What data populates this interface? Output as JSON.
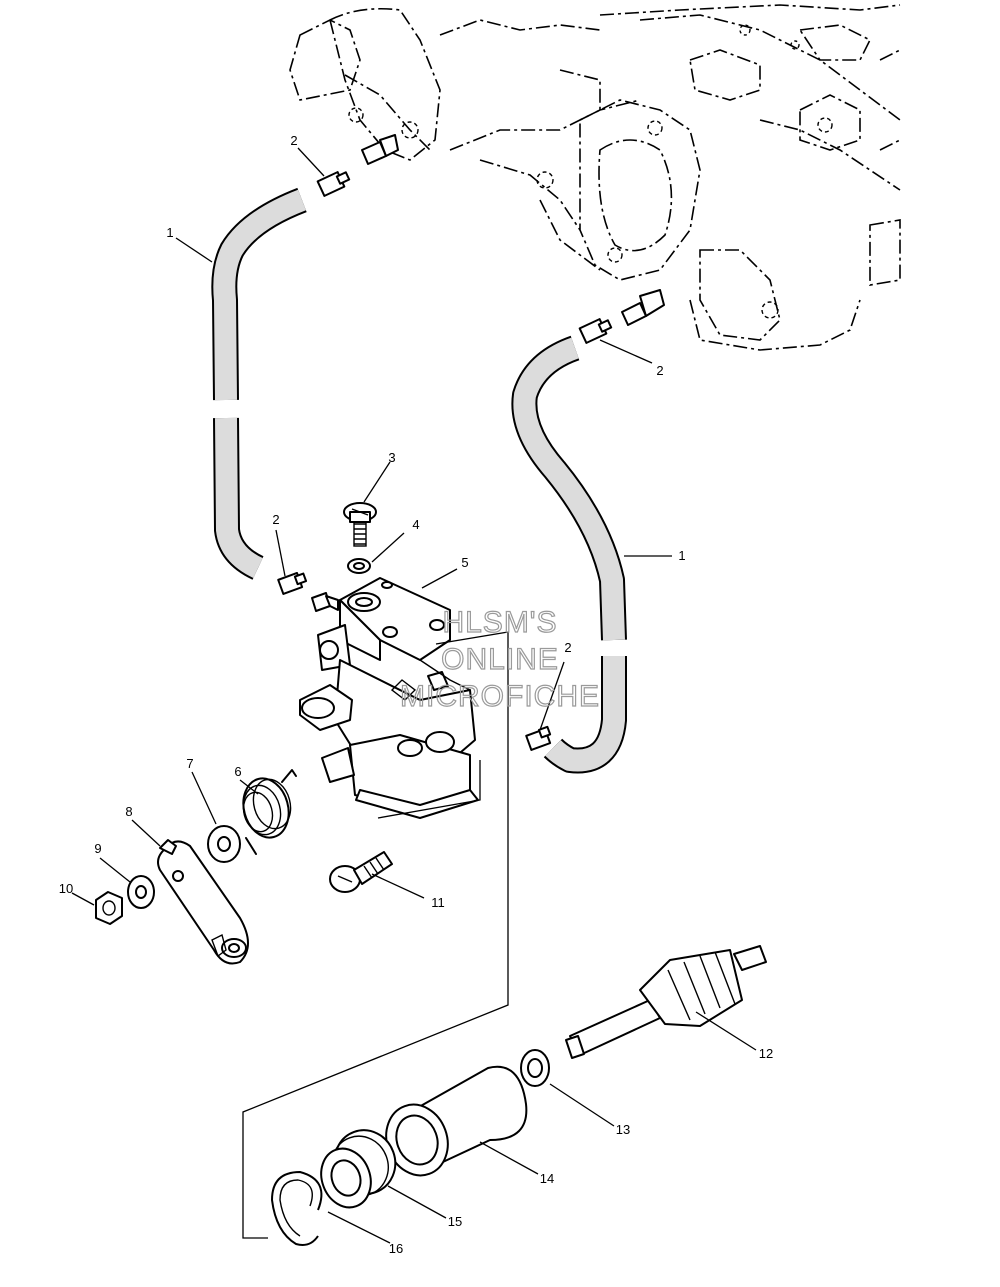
{
  "watermark": {
    "line1": "HLSM'S",
    "line2": "ONLINE",
    "line3": "MICROFICHE"
  },
  "callouts": {
    "c1a": "1",
    "c1b": "1",
    "c2a": "2",
    "c2b": "2",
    "c2c": "2",
    "c2d": "2",
    "c3": "3",
    "c4": "4",
    "c5": "5",
    "c6": "6",
    "c7": "7",
    "c8": "8",
    "c9": "9",
    "c10": "10",
    "c11": "11",
    "c12": "12",
    "c13": "13",
    "c14": "14",
    "c15": "15",
    "c16": "16"
  }
}
